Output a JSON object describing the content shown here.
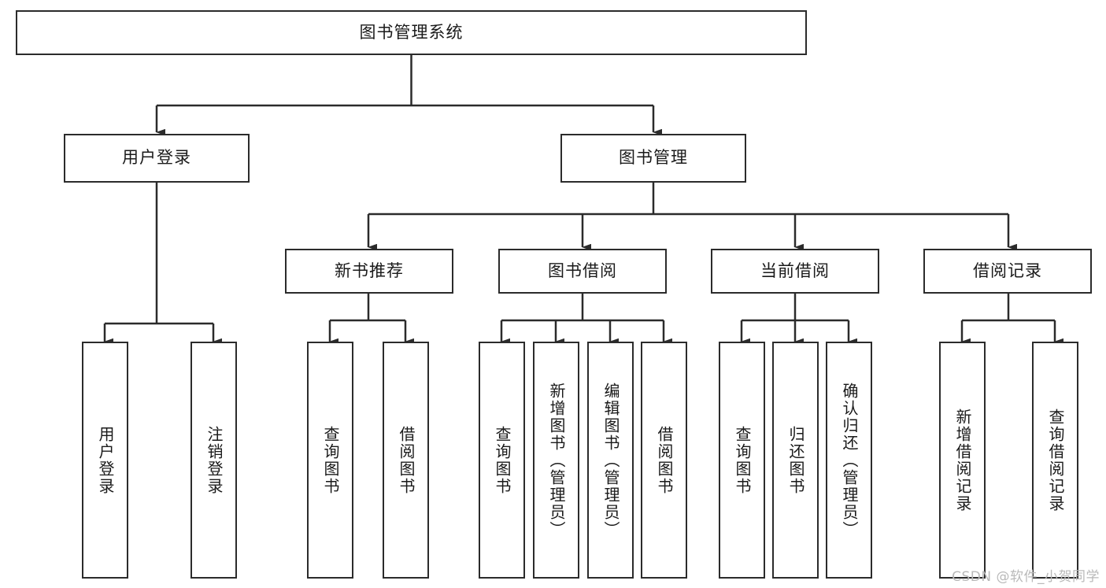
{
  "diagram": {
    "type": "hierarchy-tree",
    "title": "图书管理系统",
    "watermark": "CSDN @软件_小贺同学",
    "colors": {
      "box_border": "#2b2b2b",
      "box_fill": "#ffffff",
      "connector": "#2b2b2b",
      "text": "#1a1a1a",
      "watermark": "#b9b9b9"
    },
    "root": {
      "label": "图书管理系统"
    },
    "level2": [
      {
        "label": "用户登录"
      },
      {
        "label": "图书管理"
      }
    ],
    "level3": [
      {
        "label": "新书推荐"
      },
      {
        "label": "图书借阅"
      },
      {
        "label": "当前借阅"
      },
      {
        "label": "借阅记录"
      }
    ],
    "leaves": [
      {
        "label": "用户登录",
        "parent": "用户登录"
      },
      {
        "label": "注销登录",
        "parent": "用户登录"
      },
      {
        "label": "查询图书",
        "parent": "新书推荐"
      },
      {
        "label": "借阅图书",
        "parent": "新书推荐"
      },
      {
        "label": "查询图书",
        "parent": "图书借阅"
      },
      {
        "label": "新增图书（管理员）",
        "parent": "图书借阅"
      },
      {
        "label": "编辑图书（管理员）",
        "parent": "图书借阅"
      },
      {
        "label": "借阅图书",
        "parent": "图书借阅"
      },
      {
        "label": "查询图书",
        "parent": "当前借阅"
      },
      {
        "label": "归还图书",
        "parent": "当前借阅"
      },
      {
        "label": "确认归还（管理员）",
        "parent": "当前借阅"
      },
      {
        "label": "新增借阅记录",
        "parent": "借阅记录"
      },
      {
        "label": "查询借阅记录",
        "parent": "借阅记录"
      }
    ]
  }
}
